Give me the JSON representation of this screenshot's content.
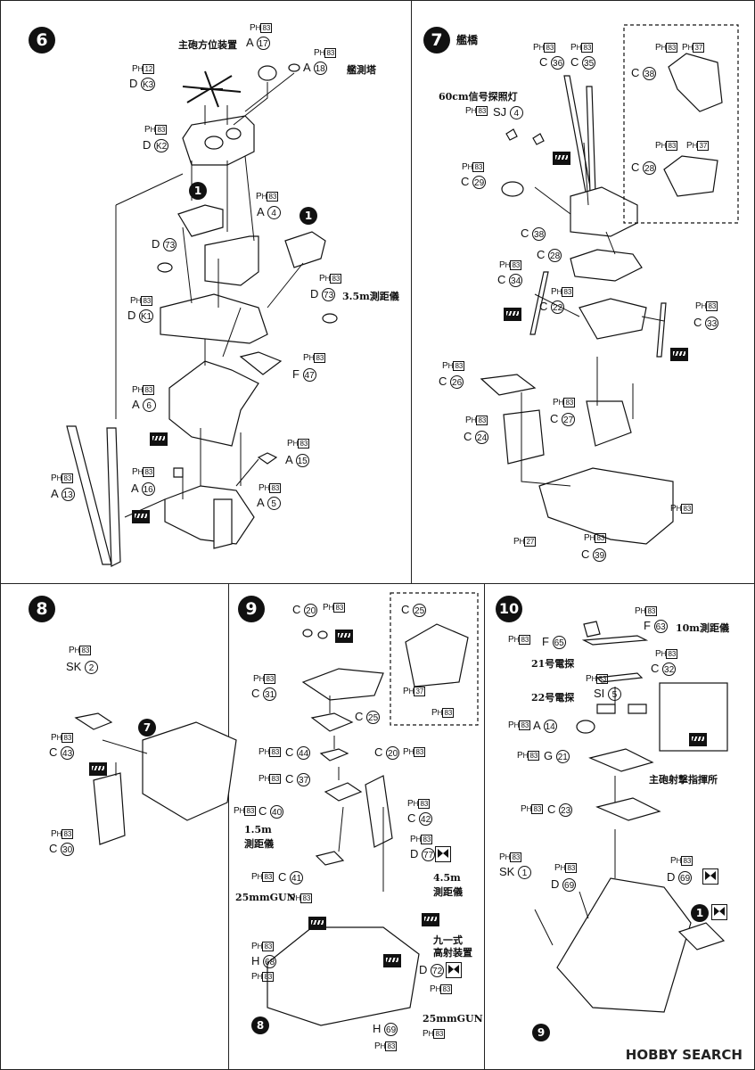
{
  "steps": {
    "s6": {
      "num": "6",
      "labels": {
        "jp_gun_director": "主砲方位装置",
        "jp_tower": "艦測塔",
        "jp_rangefinder35": "3.5m測距儀",
        "p_a17": "A",
        "n17": "17",
        "p_a18": "A",
        "n18": "18",
        "p_dk3": "D",
        "nk3": "K3",
        "p_dk2": "D",
        "nk2": "K2",
        "p_a4": "A",
        "n4": "4",
        "p_d73a": "D",
        "n73a": "73",
        "p_d73b": "D",
        "n73b": "73",
        "p_dk1": "D",
        "nk1": "K1",
        "p_f47": "F",
        "n47": "47",
        "p_a6": "A",
        "n6": "6",
        "p_a15": "A",
        "n15": "15",
        "p_a16": "A",
        "n16": "16",
        "p_a5": "A",
        "n5": "5",
        "p_a13": "A",
        "n13": "13",
        "ref1": "1",
        "ref1b": "1"
      }
    },
    "s7": {
      "num": "7",
      "title": "艦橋",
      "labels": {
        "jp_signal": "60cm信号探照灯",
        "p_c36": "C",
        "n36": "36",
        "p_c35": "C",
        "n35": "35",
        "p_sj4": "SJ",
        "n4": "4",
        "p_c29": "C",
        "n29": "29",
        "p_c38": "C",
        "n38": "38",
        "p_c38b": "C",
        "n38b": "38",
        "p_c28": "C",
        "n28": "28",
        "p_c28b": "C",
        "n28b": "28",
        "p_c34": "C",
        "n34": "34",
        "p_c22": "C",
        "n22": "22",
        "p_c33": "C",
        "n33": "33",
        "p_c26": "C",
        "n26": "26",
        "p_c27": "C",
        "n27": "27",
        "p_c24": "C",
        "n24": "24",
        "p_c39": "C",
        "n39": "39",
        "ph27": "27"
      }
    },
    "s8": {
      "num": "8",
      "labels": {
        "p_sk2": "SK",
        "n2": "2",
        "p_c43": "C",
        "n43": "43",
        "p_c30": "C",
        "n30": "30",
        "ref7": "7"
      }
    },
    "s9": {
      "num": "9",
      "labels": {
        "p_c20": "C",
        "n20": "20",
        "p_c31": "C",
        "n31": "31",
        "p_c25": "C",
        "n25": "25",
        "p_c25b": "C",
        "n25b": "25",
        "ph37": "37",
        "p_c44": "C",
        "n44": "44",
        "p_c37": "C",
        "n37": "37",
        "p_c20b": "C",
        "n20b": "20",
        "p_c40": "C",
        "n40": "40",
        "p_c42": "C",
        "n42": "42",
        "jp_rf15": "1.5m",
        "jp_rf15b": "測距儀",
        "p_c41": "C",
        "n41": "41",
        "p_d77": "D",
        "n77": "77",
        "jp_rf45": "4.5m",
        "jp_rf45b": "測距儀",
        "jp_gun25": "25mmGUN",
        "jp_type91": "九一式",
        "jp_type91b": "高射装置",
        "p_h68": "H",
        "n68": "68",
        "p_d72": "D",
        "n72": "72",
        "p_h69": "H",
        "n69": "69",
        "jp_gun25b": "25mmGUN",
        "ref8": "8"
      }
    },
    "s10": {
      "num": "10",
      "labels": {
        "p_f65": "F",
        "n65": "65",
        "p_f63": "F",
        "n63": "63",
        "jp_rf10": "10m測距儀",
        "jp_radar21": "21号電探",
        "p_c32": "C",
        "n32": "32",
        "jp_radar22": "22号電探",
        "p_si5": "SI",
        "n5": "5",
        "p_a14": "A",
        "n14": "14",
        "p_g21": "G",
        "n21": "21",
        "jp_main_fire": "主砲射撃指揮所",
        "p_c23": "C",
        "n23": "23",
        "p_sk1": "SK",
        "n1": "1",
        "p_d69": "D",
        "n69": "69",
        "p_d69b": "D",
        "n69b": "69",
        "ref1": "1",
        "ref9": "9"
      }
    }
  },
  "ph": {
    "letter": "P",
    "sub": "H",
    "num83": "83",
    "num12": "12",
    "num37": "37",
    "num27": "27"
  },
  "watermark": "HOBBY SEARCH",
  "colors": {
    "ink": "#111111",
    "bg": "#ffffff"
  }
}
